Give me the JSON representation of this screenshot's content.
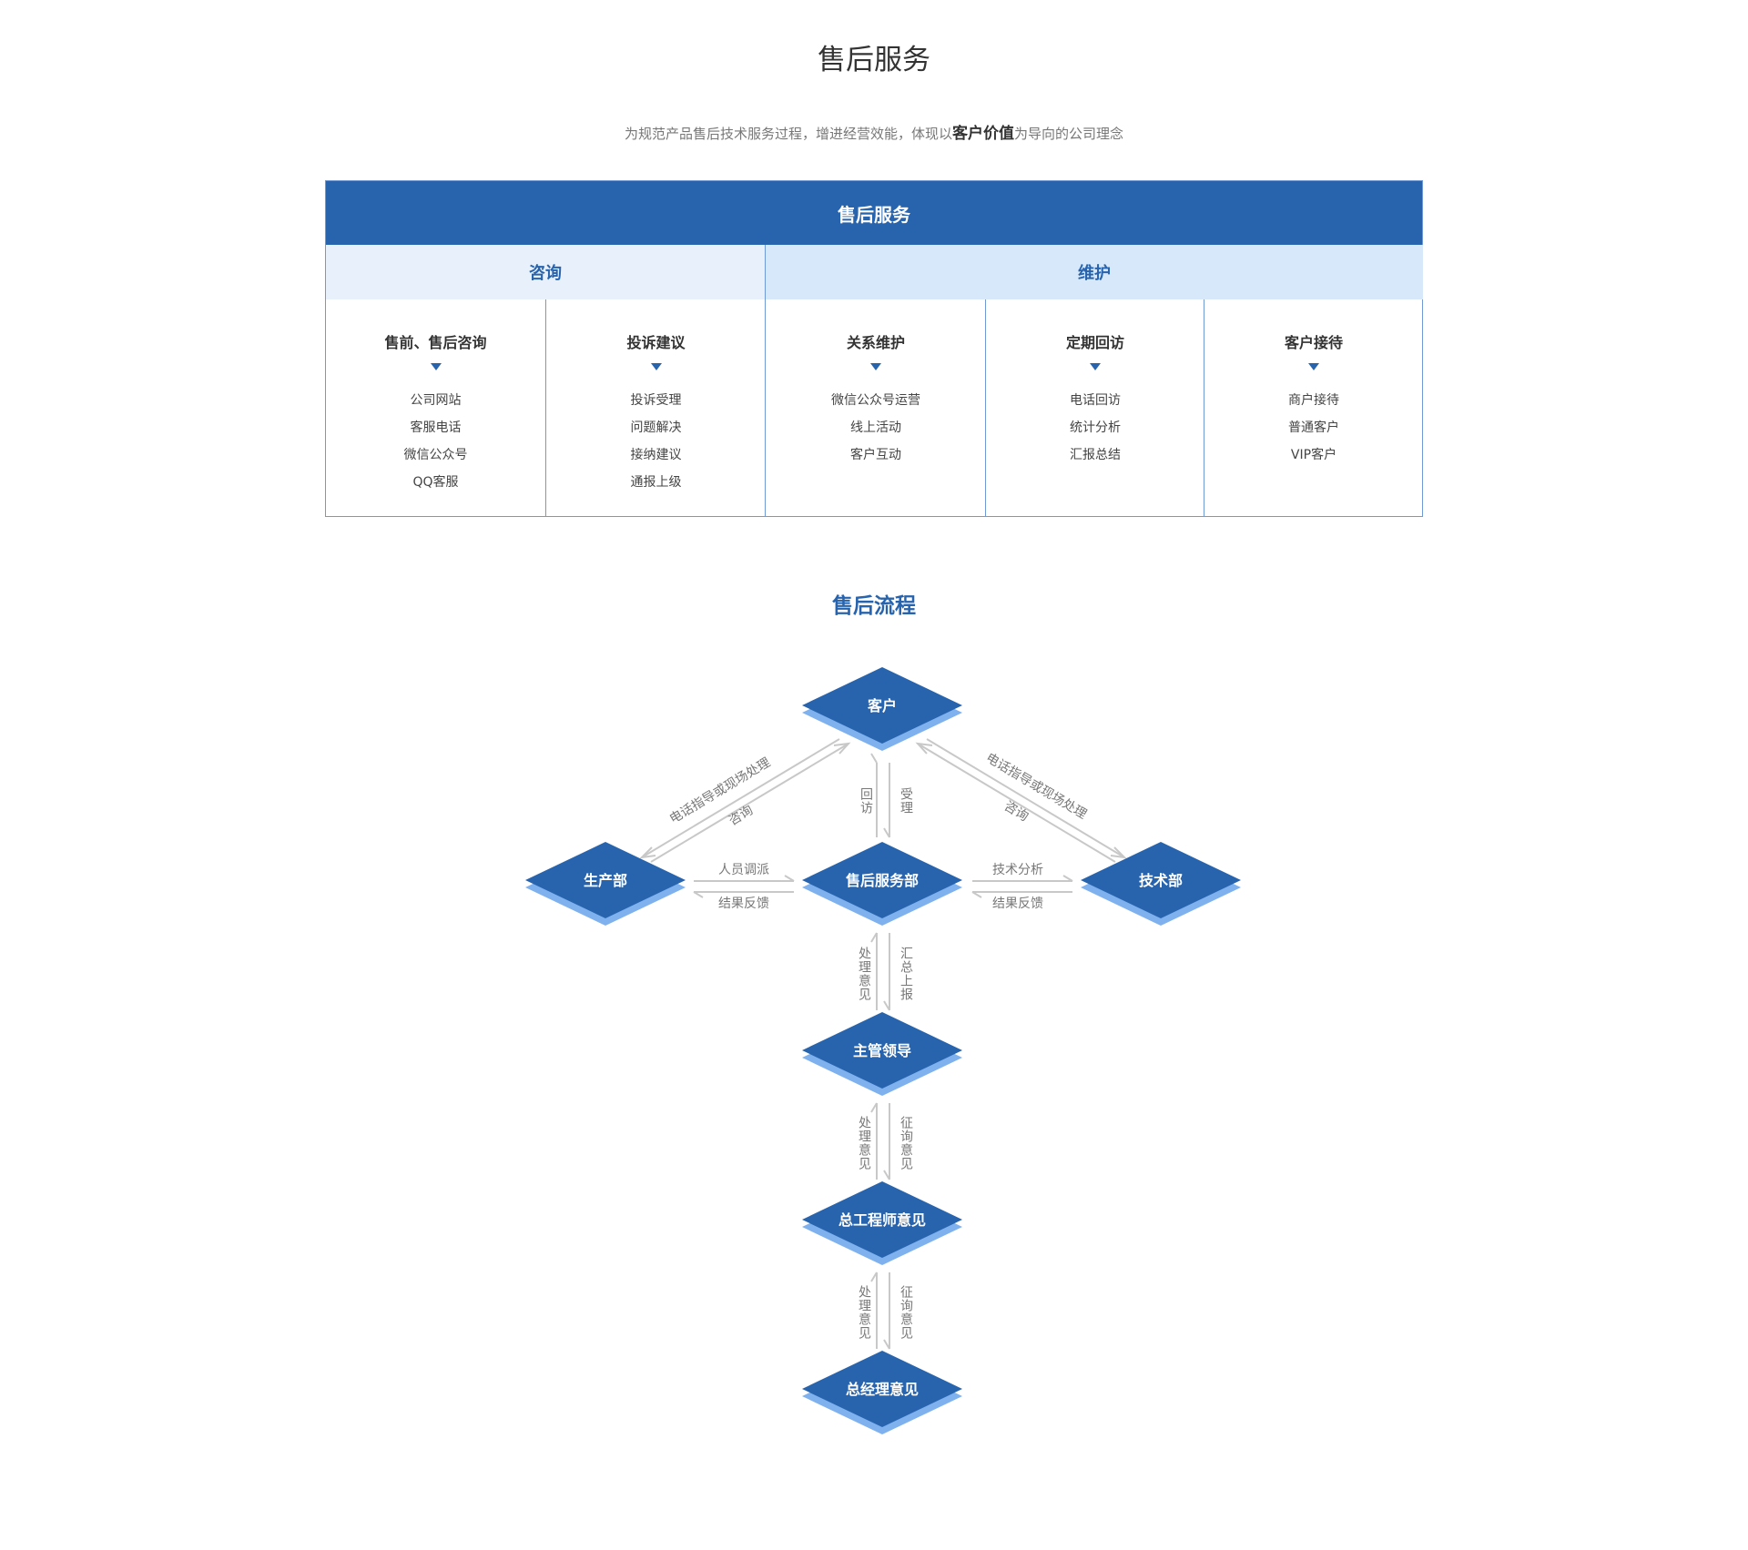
{
  "page_title": "售后服务",
  "intro": {
    "before": "为规范产品售后技术服务过程，增进经营效能，体现以",
    "highlight": "客户价值",
    "after": "为导向的公司理念"
  },
  "service_table": {
    "header": "售后服务",
    "categories": [
      "咨询",
      "维护"
    ],
    "columns": [
      {
        "title": "售前、售后咨询",
        "items": [
          "公司网站",
          "客服电话",
          "微信公众号",
          "QQ客服"
        ]
      },
      {
        "title": "投诉建议",
        "items": [
          "投诉受理",
          "问题解决",
          "接纳建议",
          "通报上级"
        ]
      },
      {
        "title": "关系维护",
        "items": [
          "微信公众号运营",
          "线上活动",
          "客户互动"
        ]
      },
      {
        "title": "定期回访",
        "items": [
          "电话回访",
          "统计分析",
          "汇报总结"
        ]
      },
      {
        "title": "客户接待",
        "items": [
          "商户接待",
          "普通客户",
          "VIP客户"
        ]
      }
    ]
  },
  "flow": {
    "title": "售后流程",
    "nodes": {
      "customer": "客户",
      "production": "生产部",
      "service": "售后服务部",
      "tech": "技术部",
      "supervisor": "主管领导",
      "chief_engineer": "总工程师意见",
      "general_manager": "总经理意见"
    },
    "labels": {
      "left_diag_outer": "电话指导或现场处理",
      "left_diag_inner": "咨询",
      "right_diag_outer": "电话指导或现场处理",
      "right_diag_inner": "咨询",
      "cust_left": "回访",
      "cust_right": "受理",
      "prod_top": "人员调派",
      "prod_bottom": "结果反馈",
      "tech_top": "技术分析",
      "tech_bottom": "结果反馈",
      "sup_left": "处理意见",
      "sup_right": "汇总上报",
      "eng_left": "处理意见",
      "eng_right": "征询意见",
      "gm_left": "处理意见",
      "gm_right": "征询意见"
    }
  },
  "colors": {
    "primary": "#2864ad",
    "node_shadow": "#7fb1ee",
    "line": "#c8c8c8"
  }
}
